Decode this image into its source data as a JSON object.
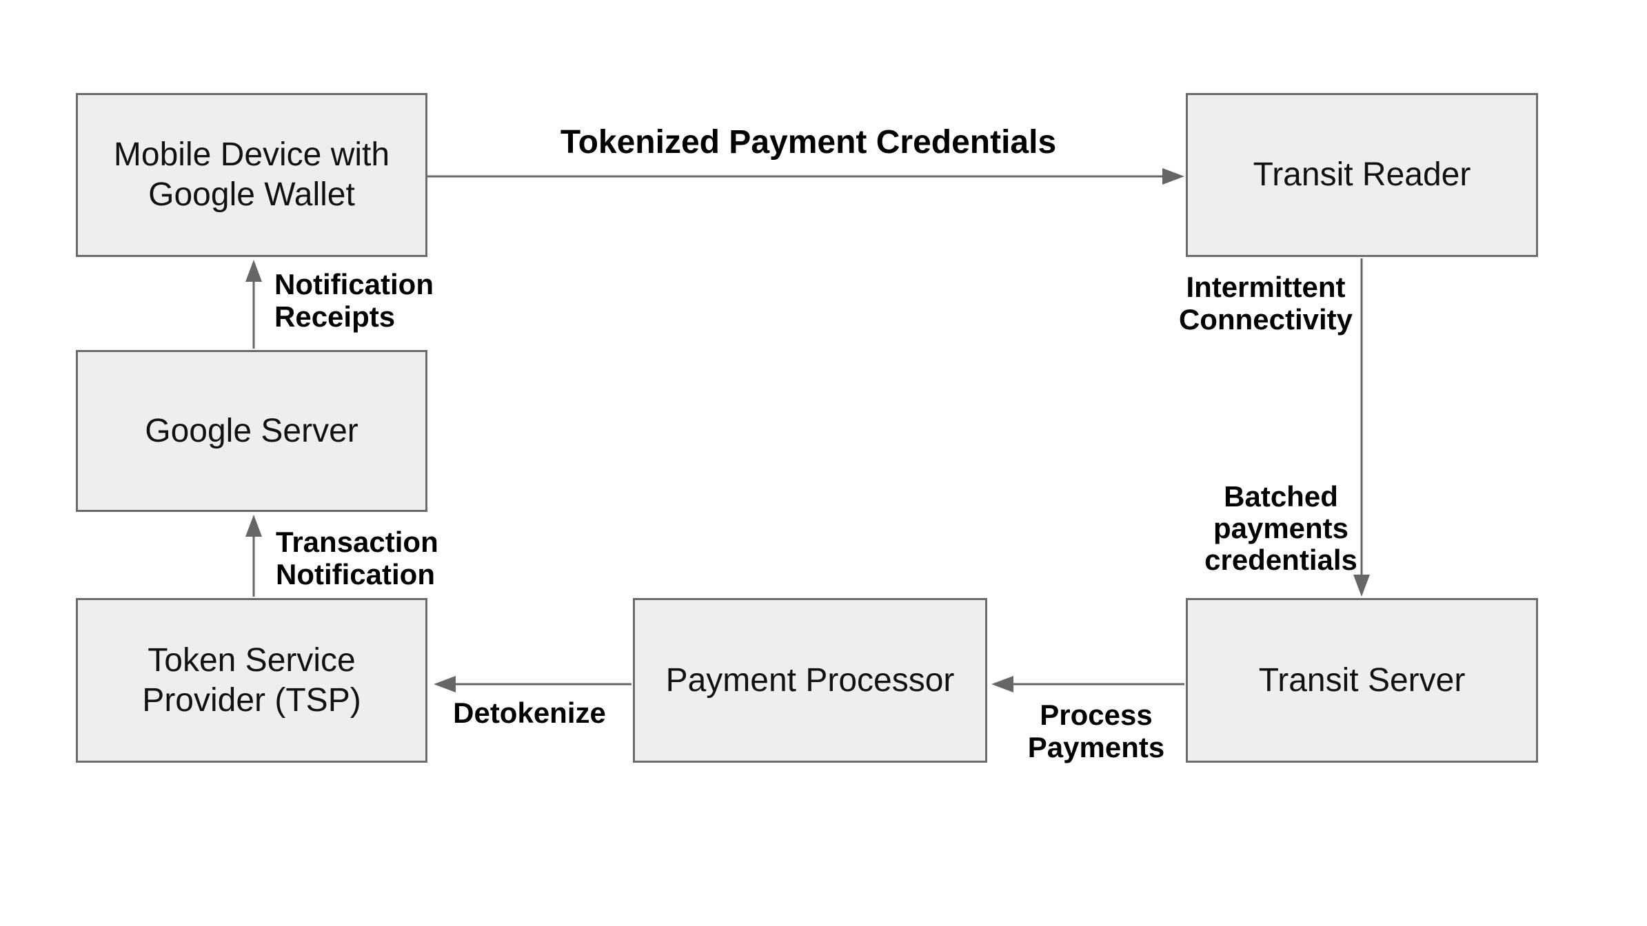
{
  "diagram": {
    "title_label": "Tokenized Payment Credentials",
    "colors": {
      "node_fill": "#eeeeee",
      "node_border": "#6b6b6b",
      "arrow": "#666666",
      "label_text": "#000000",
      "node_text": "#111111",
      "background": "#ffffff"
    },
    "nodes": {
      "mobile": {
        "label": "Mobile Device with\nGoogle Wallet"
      },
      "reader": {
        "label": "Transit Reader"
      },
      "google": {
        "label": "Google Server"
      },
      "tsp": {
        "label": "Token Service\nProvider (TSP)"
      },
      "processor": {
        "label": "Payment Processor"
      },
      "tserver": {
        "label": "Transit Server"
      }
    },
    "edges": {
      "tokenized": {
        "label": "Tokenized Payment Credentials",
        "from": "mobile",
        "to": "reader",
        "direction": "right"
      },
      "notification": {
        "label": "Notification\nReceipts",
        "from": "google",
        "to": "mobile",
        "direction": "up"
      },
      "transaction": {
        "label": "Transaction\nNotification",
        "from": "tsp",
        "to": "google",
        "direction": "up"
      },
      "intermittent": {
        "label": "Intermittent\nConnectivity",
        "from": "reader",
        "to": "tserver",
        "direction": "down"
      },
      "batched": {
        "label": "Batched\npayments\ncredentials",
        "from": "reader",
        "to": "tserver",
        "direction": "down"
      },
      "process": {
        "label": "Process\nPayments",
        "from": "tserver",
        "to": "processor",
        "direction": "left"
      },
      "detokenize": {
        "label": "Detokenize",
        "from": "processor",
        "to": "tsp",
        "direction": "left"
      }
    }
  }
}
